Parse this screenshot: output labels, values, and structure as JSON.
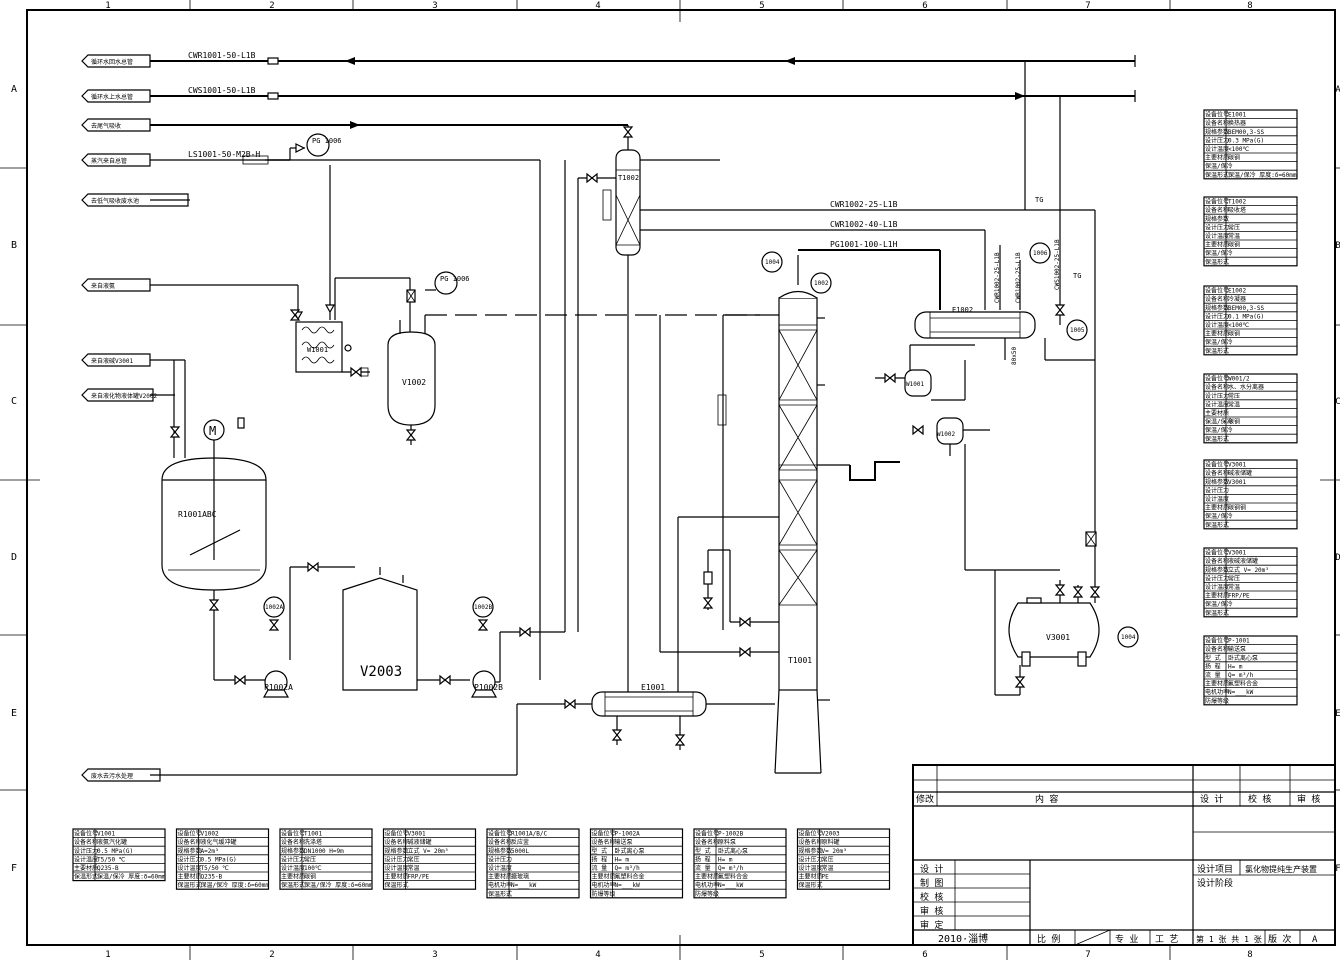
{
  "grid": {
    "cols": [
      "1",
      "2",
      "3",
      "4",
      "5",
      "6",
      "7",
      "8"
    ],
    "rows": [
      "A",
      "B",
      "C",
      "D",
      "E",
      "F"
    ]
  },
  "lines": {
    "cwr": "CWR1001-50-L1B",
    "cws": "CWS1001-50-L1B",
    "ls": "LS1001-50-M2B-H",
    "cwr2": "CWR1002-25-L1B",
    "cwr3": "CWR1002-40-L1B",
    "pg": "PG1001-100-L1H",
    "v1": "CWR1002-25-L1B",
    "v2": "CWR1002-25-L1B",
    "v3": "CWS1002-25-L1B",
    "tg": "TG",
    "pipe": "80x50"
  },
  "inlets": [
    "循环水回水总管",
    "循环水上水总管",
    "去尾气吸收",
    "蒸汽来自总管",
    "去低气吸收废水池",
    "来自液氨",
    "来自液碱V3001",
    "来自液化物液体罐V2002",
    "废水去污水处理"
  ],
  "equipment": {
    "r1001": "R1001ABC",
    "motor": "M",
    "v1002": "V1002",
    "t1002": "T1002",
    "v2003": "V2003",
    "t1001": "T1001",
    "e1001": "E1001",
    "e1002": "E1002",
    "w1001": "W1001",
    "w1002": "W1002",
    "v3001": "V3001",
    "p1002a": "P1002A",
    "p1002b": "P1002B",
    "e1004": "W1001"
  },
  "instruments": {
    "pg1006a": "PG 1006",
    "pg1006b": "PG 1006",
    "i1002a": "1002A",
    "i1002b": "1002B",
    "i1004": "1004",
    "i1002": "1002",
    "i1006": "1006",
    "i1005": "1005",
    "i1004b": "1004"
  },
  "bottom_tables": [
    {
      "rows": [
        [
          "设备位号",
          "V1001"
        ],
        [
          "设备名称",
          "液氨汽化罐"
        ],
        [
          "设计压力",
          "0.5 MPa(G)"
        ],
        [
          "设计温度",
          "T5/50 ℃"
        ],
        [
          "主要材质",
          "Q235-B"
        ],
        [
          "保温形式",
          "保温/保冷  厚度:δ=60mm"
        ]
      ]
    },
    {
      "rows": [
        [
          "设备位号",
          "V1002"
        ],
        [
          "设备名称",
          "液化气缓冲罐"
        ],
        [
          "规格参数",
          "A=2m³"
        ],
        [
          "设计压力",
          "0.5 MPa(G)"
        ],
        [
          "设计温度",
          "T5/50 ℃"
        ],
        [
          "主要材质",
          "Q235-B"
        ],
        [
          "保温形式",
          "保温/保冷  厚度:δ=60mm"
        ]
      ]
    },
    {
      "rows": [
        [
          "设备位号",
          "T1001"
        ],
        [
          "设备名称",
          "洗涤塔"
        ],
        [
          "规格参数",
          "DN1000  H=9m"
        ],
        [
          "设计压力",
          "常压"
        ],
        [
          "设计温度",
          "100℃"
        ],
        [
          "主要材质",
          "碳钢"
        ],
        [
          "保温形式",
          "保温/保冷 厚度:δ=60mm"
        ]
      ]
    },
    {
      "rows": [
        [
          "设备位号",
          "V3001"
        ],
        [
          "设备名称",
          "碱液储罐"
        ],
        [
          "规格参数",
          "立式  V= 20m³"
        ],
        [
          "设计压力",
          "常压"
        ],
        [
          "设计温度",
          "常温"
        ],
        [
          "主要材质",
          "FRP/PE"
        ],
        [
          "保温形式",
          ""
        ]
      ]
    },
    {
      "rows": [
        [
          "设备位号",
          "R1001A/B/C"
        ],
        [
          "设备名称",
          "反应釜"
        ],
        [
          "规格参数",
          "5000L"
        ],
        [
          "设计压力",
          ""
        ],
        [
          "设计温度",
          ""
        ],
        [
          "主要材质",
          "搪玻璃"
        ],
        [
          "电机功率",
          "N=___kW"
        ],
        [
          "保温形式",
          ""
        ]
      ]
    },
    {
      "rows": [
        [
          "设备位号",
          "P-1002A"
        ],
        [
          "设备名称",
          "输送泵"
        ],
        [
          "型  式",
          "卧式离心泵"
        ],
        [
          "扬  程",
          "H=   m"
        ],
        [
          "流  量",
          "Q=   m³/h"
        ],
        [
          "主要材质",
          "氟塑料合金"
        ],
        [
          "电机功率",
          "N=___kW"
        ],
        [
          "防爆等级",
          ""
        ]
      ]
    },
    {
      "rows": [
        [
          "设备位号",
          "P-1002B"
        ],
        [
          "设备名称",
          "原料泵"
        ],
        [
          "型  式",
          "卧式离心泵"
        ],
        [
          "扬  程",
          "H=   m"
        ],
        [
          "流  量",
          "Q=   m³/h"
        ],
        [
          "主要材质",
          "氟塑料合金"
        ],
        [
          "电机功率",
          "N=___kW"
        ],
        [
          "防爆等级",
          ""
        ]
      ]
    },
    {
      "rows": [
        [
          "设备位号",
          "V2003"
        ],
        [
          "设备名称",
          "原料罐"
        ],
        [
          "规格参数",
          "V= 20m³"
        ],
        [
          "设计压力",
          "常压"
        ],
        [
          "设计温度",
          "常温"
        ],
        [
          "主要材质",
          "PE"
        ],
        [
          "保温形式",
          ""
        ]
      ]
    }
  ],
  "side_tables": [
    {
      "rows": [
        [
          "设备位号",
          "E1001"
        ],
        [
          "设备名称",
          "换热器"
        ],
        [
          "规格参数",
          "BEM00,3-SS"
        ],
        [
          "设计压力",
          "0.3 MPa(G)"
        ],
        [
          "设计温度",
          "<100℃"
        ],
        [
          "主要材质",
          "碳钢"
        ],
        [
          "保温/保冷",
          ""
        ],
        [
          "保温形式",
          "保温/保冷  厚度:δ=60mm"
        ]
      ]
    },
    {
      "rows": [
        [
          "设备位号",
          "T1002"
        ],
        [
          "设备名称",
          "吸收塔"
        ],
        [
          "规格参数",
          ""
        ],
        [
          "设计压力",
          "常压"
        ],
        [
          "设计温度",
          "常温"
        ],
        [
          "主要材质",
          "碳钢"
        ],
        [
          "保温/保冷",
          ""
        ],
        [
          "保温形式",
          ""
        ]
      ]
    },
    {
      "rows": [
        [
          "设备位号",
          "E1002"
        ],
        [
          "设备名称",
          "冷凝器"
        ],
        [
          "规格参数",
          "BEM00,3-SS"
        ],
        [
          "设计压力",
          "0.1 MPa(G)"
        ],
        [
          "设计温度",
          "<100℃"
        ],
        [
          "主要材质",
          "碳钢"
        ],
        [
          "保温/保冷",
          ""
        ],
        [
          "保温形式",
          ""
        ]
      ]
    },
    {
      "rows": [
        [
          "设备位号",
          "W001/2"
        ],
        [
          "设备名称",
          "水、水分离器"
        ],
        [
          "设计压力",
          "常压"
        ],
        [
          "设计温度",
          "常温"
        ],
        [
          "主要材质",
          ""
        ],
        [
          "保温/保冷",
          "碳钢"
        ],
        [
          "保温/保冷",
          ""
        ],
        [
          "保温形式",
          ""
        ]
      ]
    },
    {
      "rows": [
        [
          "设备位号",
          "V3001"
        ],
        [
          "设备名称",
          "碱液储罐"
        ],
        [
          "规格参数",
          "V3001"
        ],
        [
          "设计压力",
          ""
        ],
        [
          "设计温度",
          ""
        ],
        [
          "主要材质",
          "碳钢钢"
        ],
        [
          "保温/保冷",
          ""
        ],
        [
          "保温形式",
          ""
        ]
      ]
    },
    {
      "rows": [
        [
          "设备位号",
          "V3001"
        ],
        [
          "设备名称",
          "液碱液储罐"
        ],
        [
          "规格参数",
          "立式  V= 20m³"
        ],
        [
          "设计压力",
          "常压"
        ],
        [
          "设计温度",
          "常温"
        ],
        [
          "主要材质",
          "FRP/PE"
        ],
        [
          "保温/保冷",
          ""
        ],
        [
          "保温形式",
          ""
        ]
      ]
    },
    {
      "rows": [
        [
          "设备位号",
          "P-1001"
        ],
        [
          "设备名称",
          "输送泵"
        ],
        [
          "型  式",
          "卧式离心泵"
        ],
        [
          "扬  程",
          "H=   m"
        ],
        [
          "流  量",
          "Q=   m³/h"
        ],
        [
          "主要材质",
          "氟塑料合金"
        ],
        [
          "电机功率",
          "N=___kW"
        ],
        [
          "防爆等级",
          ""
        ]
      ]
    }
  ],
  "title_block": {
    "rev": "修改",
    "content": "内      容",
    "design": "设  计",
    "check": "校  核",
    "review": "审  核",
    "rows": [
      "设  计",
      "制  图",
      "校  核",
      "审  核",
      "审  定"
    ],
    "project_label": "设计项目",
    "project": "氯化物提纯生产装置",
    "stage": "设计阶段",
    "date": "2010·淄博",
    "scale": "比  例",
    "major": "专  业",
    "major_val": "工  艺",
    "sheet": "第 1 张  共 1 张",
    "version": "版  次",
    "version_val": "A"
  }
}
